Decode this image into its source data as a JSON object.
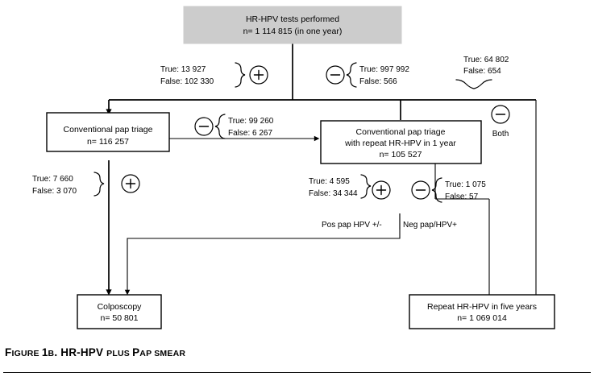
{
  "figure": {
    "caption_lead": "F",
    "caption_rest": "IGURE ",
    "caption_number": "1",
    "caption_number_suffix": "B",
    "caption_dot": ". ",
    "caption_title_main": "HR-HPV ",
    "caption_title_plus": "PLUS ",
    "caption_title_p": "P",
    "caption_title_ap": "AP ",
    "caption_title_smear": "SMEAR",
    "caption_full": "Figure 1b. HR-HPV plus Pap smear"
  },
  "nodes": {
    "top": {
      "line1": "HR-HPV tests performed",
      "line2": "n= 1 114 815 (in one year)",
      "fill": "#cccccc"
    },
    "left_triage": {
      "line1": "Conventional pap triage",
      "line2": "n= 116 257"
    },
    "right_triage": {
      "line1": "Conventional pap triage",
      "line2": "with repeat HR-HPV in 1 year",
      "line3": "n= 105 527"
    },
    "colposcopy": {
      "line1": "Colposcopy",
      "line2": "n= 50 801"
    },
    "repeat5y": {
      "line1": "Repeat HR-HPV in five years",
      "line2": "n= 1 069 014"
    }
  },
  "annotations": {
    "hpv_positive": {
      "sign": "+",
      "true_line": "True: 13 927",
      "false_line": "False: 102 330"
    },
    "hpv_negative": {
      "sign": "−",
      "true_line": "True: 997 992",
      "false_line": "False: 566"
    },
    "hpv_both": {
      "sign": "−",
      "label": "Both",
      "true_line": "True: 64 802",
      "false_line": "False: 654"
    },
    "pap_negative_left": {
      "sign": "−",
      "true_line": "True: 99 260",
      "false_line": "False: 6 267"
    },
    "pap_positive_left": {
      "sign": "+",
      "true_line": "True: 7 660",
      "false_line": "False: 3 070"
    },
    "repeat_positive": {
      "sign": "+",
      "true_line": "True: 4 595",
      "false_line": "False: 34 344"
    },
    "repeat_negative": {
      "sign": "−",
      "true_line": "True: 1 075",
      "false_line": "False: 57"
    },
    "split_left_label": "Pos pap HPV +/-",
    "split_right_label": "Neg pap/HPV+"
  }
}
